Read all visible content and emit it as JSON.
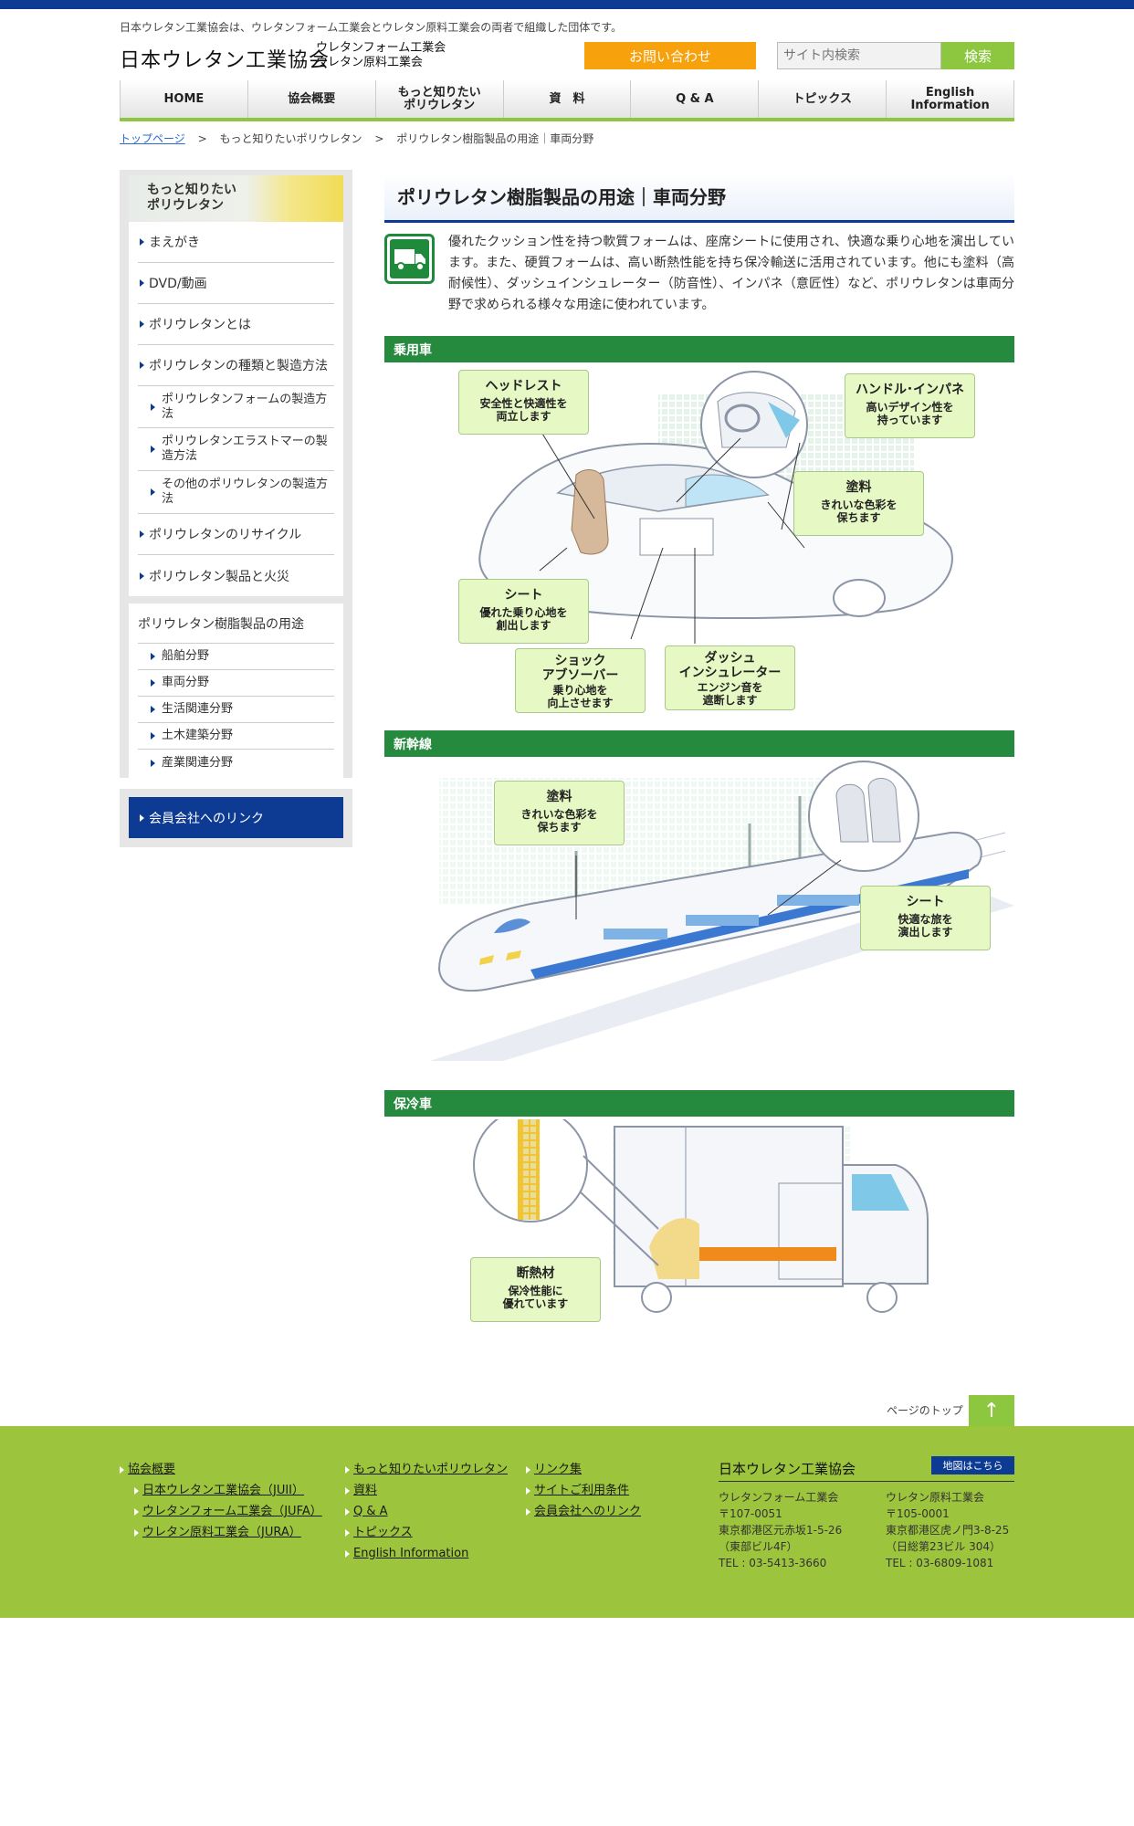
{
  "header": {
    "tagline": "日本ウレタン工業協会は、ウレタンフォーム工業会とウレタン原料工業会の両者で組織した団体です。",
    "logo_main": "日本ウレタン工業協会",
    "logo_sub": "ウレタンフォーム工業会\nウレタン原料工業会",
    "contact_label": "お問い合わせ",
    "search_placeholder": "サイト内検索",
    "search_button": "検索"
  },
  "nav": [
    {
      "label": "HOME"
    },
    {
      "label": "協会概要"
    },
    {
      "label": "もっと知りたい\nポリウレタン"
    },
    {
      "label": "資　料"
    },
    {
      "label": "Q & A"
    },
    {
      "label": "トピックス"
    },
    {
      "label": "English\nInformation"
    }
  ],
  "breadcrumb": {
    "home": "トップページ",
    "sep": ">",
    "level2": "もっと知りたいポリウレタン",
    "current": "ポリウレタン樹脂製品の用途｜車両分野"
  },
  "sidebar": {
    "heading": "もっと知りたい\nポリウレタン",
    "items": [
      {
        "label": "まえがき"
      },
      {
        "label": "DVD/動画"
      },
      {
        "label": "ポリウレタンとは"
      },
      {
        "label": "ポリウレタンの種類と製造方法"
      }
    ],
    "sub_items": [
      {
        "label": "ポリウレタンフォームの製造方法"
      },
      {
        "label": "ポリウレタンエラストマーの製造方法"
      },
      {
        "label": "その他のポリウレタンの製造方法"
      }
    ],
    "items2": [
      {
        "label": "ポリウレタンのリサイクル"
      },
      {
        "label": "ポリウレタン製品と火災"
      }
    ],
    "uses_title": "ポリウレタン樹脂製品の用途",
    "uses": [
      {
        "label": "船舶分野"
      },
      {
        "label": "車両分野"
      },
      {
        "label": "生活関連分野"
      },
      {
        "label": "土木建築分野"
      },
      {
        "label": "産業関連分野"
      }
    ],
    "member_link": "会員会社へのリンク"
  },
  "main": {
    "title": "ポリウレタン樹脂製品の用途｜車両分野",
    "intro": "優れたクッション性を持つ軟質フォームは、座席シートに使用され、快適な乗り心地を演出しています。また、硬質フォームは、高い断熱性能を持ち保冷輸送に活用されています。他にも塗料（高耐候性）、ダッシュインシュレーター（防音性）、インパネ（意匠性）など、ポリウレタンは車両分野で求められる様々な用途に使われています。",
    "sections": [
      {
        "title": "乗用車",
        "callouts": [
          {
            "title": "ヘッドレスト",
            "desc": "安全性と快適性を\n両立します"
          },
          {
            "title": "ハンドル･インパネ",
            "desc": "高いデザイン性を\n持っています"
          },
          {
            "title": "塗料",
            "desc": "きれいな色彩を\n保ちます"
          },
          {
            "title": "シート",
            "desc": "優れた乗り心地を\n創出します"
          },
          {
            "title": "ショック\nアブソーバー",
            "desc": "乗り心地を\n向上させます"
          },
          {
            "title": "ダッシュ\nインシュレーター",
            "desc": "エンジン音を\n遮断します"
          }
        ]
      },
      {
        "title": "新幹線",
        "callouts": [
          {
            "title": "塗料",
            "desc": "きれいな色彩を\n保ちます"
          },
          {
            "title": "シート",
            "desc": "快適な旅を\n演出します"
          }
        ]
      },
      {
        "title": "保冷車",
        "callouts": [
          {
            "title": "断熱材",
            "desc": "保冷性能に\n優れています"
          }
        ]
      }
    ]
  },
  "pagetop": {
    "label": "ページのトップ",
    "arrow": "↑"
  },
  "footer": {
    "col1": [
      "協会概要",
      "日本ウレタン工業協会（JUII）",
      "ウレタンフォーム工業会（JUFA）",
      "ウレタン原料工業会（JURA）"
    ],
    "col2": [
      "もっと知りたいポリウレタン",
      "資料",
      "Q & A",
      "トピックス",
      "English Information"
    ],
    "col3": [
      "リンク集",
      "サイトご利用条件",
      "会員会社へのリンク"
    ],
    "org": "日本ウレタン工業協会",
    "map_button": "地図はこちら",
    "addr1": "ウレタンフォーム工業会\n〒107-0051\n東京都港区元赤坂1-5-26\n（東部ビル4F）\nTEL : 03-5413-3660",
    "addr2": "ウレタン原料工業会\n〒105-0001\n東京都港区虎ノ門3-8-25\n（日総第23ビル 304）\nTEL : 03-6809-1081"
  },
  "colors": {
    "brand_blue": "#0d3a92",
    "green": "#268a3e",
    "lime": "#8dc63f",
    "orange": "#f7a10c"
  }
}
